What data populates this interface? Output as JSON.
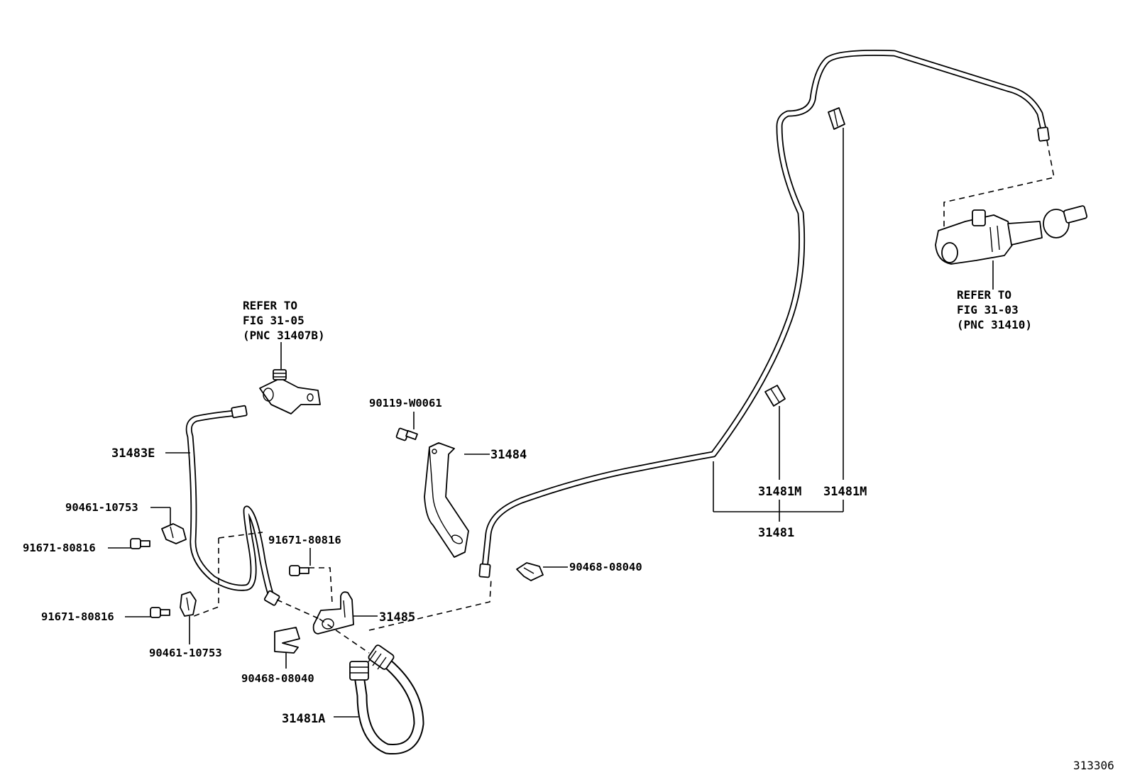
{
  "diagram": {
    "figure_id": "313306",
    "labels": {
      "p31483E": "31483E",
      "p31484": "31484",
      "p31485": "31485",
      "p31481A": "31481A",
      "p31481": "31481",
      "p31481M_a": "31481M",
      "p31481M_b": "31481M",
      "p90119": "90119-W0061",
      "p90461_a": "90461-10753",
      "p90461_b": "90461-10753",
      "p91671_a": "91671-80816",
      "p91671_b": "91671-80816",
      "p91671_c": "91671-80816",
      "p90468_a": "90468-08040",
      "p90468_b": "90468-08040"
    },
    "refs": {
      "left": [
        "REFER TO",
        "FIG 31-05",
        "(PNC 31407B)"
      ],
      "right": [
        "REFER TO",
        "FIG 31-03",
        "(PNC 31410)"
      ]
    }
  }
}
